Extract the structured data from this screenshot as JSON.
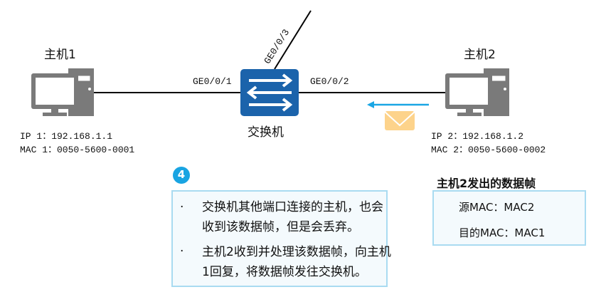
{
  "host1": {
    "name": "主机1",
    "ip": "IP 1：192.168.1.1",
    "mac": "MAC 1：0050-5600-0001"
  },
  "host2": {
    "name": "主机2",
    "ip": "IP 2：192.168.1.2",
    "mac": "MAC 2：0050-5600-0002"
  },
  "switch": {
    "name": "交换机",
    "ports": {
      "p1": "GE0/0/1",
      "p2": "GE0/0/2",
      "p3": "GE0/0/3"
    }
  },
  "step": {
    "number": "4",
    "bullets": [
      {
        "marker": "·",
        "lines": [
          "交换机其他端口连接的主机，也会",
          "收到该数据帧，但是会丢弃。"
        ]
      },
      {
        "marker": "·",
        "lines": [
          "主机2收到并处理该数据帧，向主机",
          "1回复，将数据帧发往交换机。"
        ]
      }
    ]
  },
  "frame": {
    "title": "主机2发出的数据帧",
    "src": "源MAC：MAC2",
    "dst": "目的MAC：MAC1"
  },
  "colors": {
    "switch": "#1b63ab",
    "arrow": "#1aa6e4",
    "envelope": "#fdd38b",
    "badge": "#19a4e2",
    "box_border": "#a9dbf1"
  }
}
